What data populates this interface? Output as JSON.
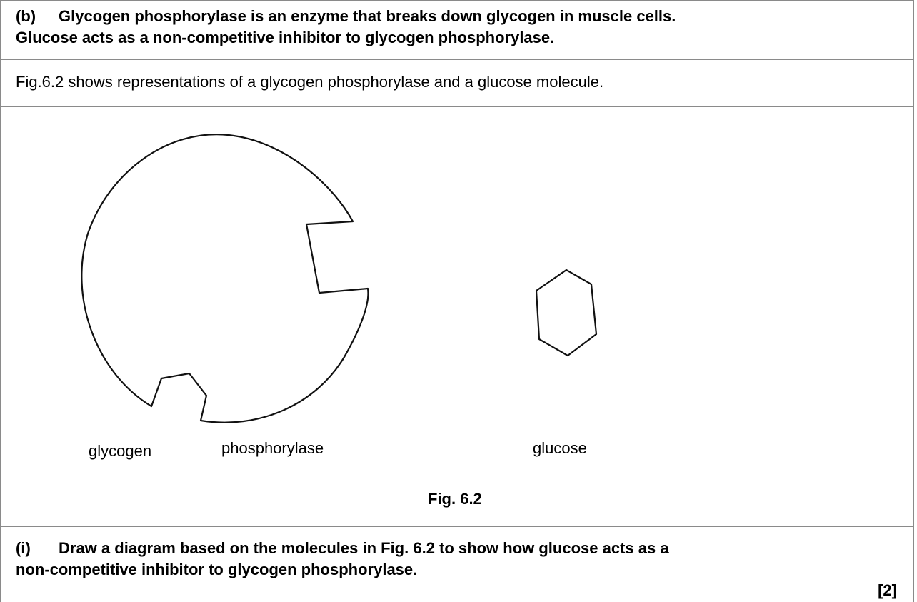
{
  "part_b": {
    "label": "(b)",
    "line1": "Glycogen phosphorylase is an enzyme that breaks down glycogen in muscle cells.",
    "line2": "Glucose acts as a non-competitive inhibitor to glycogen phosphorylase."
  },
  "intro_text": "Fig.6.2 shows representations of a glycogen phosphorylase and a glucose molecule.",
  "figure": {
    "enzyme_label_1": "glycogen",
    "enzyme_label_2": "phosphorylase",
    "glucose_label": "glucose",
    "caption": "Fig. 6.2"
  },
  "part_i": {
    "label": "(i)",
    "line1": "Draw a diagram based on the molecules in Fig. 6.2 to show how glucose acts as a",
    "line2": "non-competitive inhibitor to glycogen phosphorylase."
  },
  "marks": "[2]"
}
